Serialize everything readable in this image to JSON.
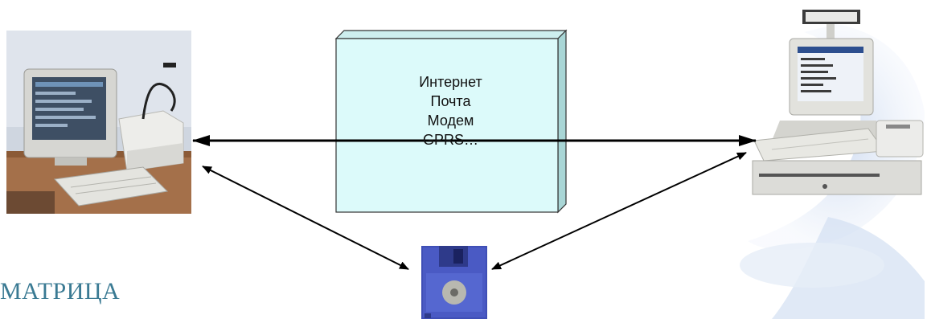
{
  "diagram": {
    "channels_box": {
      "lines": [
        "Интернет",
        "Почта",
        "Модем",
        "GPRS…"
      ]
    },
    "matrix_label": "МАТРИЦА",
    "colors": {
      "box_fill": "#dcfafa",
      "box_side": "#a9d6d6",
      "arrow": "#000000",
      "matrix_text": "#3a7a93",
      "floppy": "#3f4fb6"
    },
    "icons": [
      "office-computer-icon",
      "pos-terminal-icon",
      "floppy-disk-icon"
    ]
  }
}
